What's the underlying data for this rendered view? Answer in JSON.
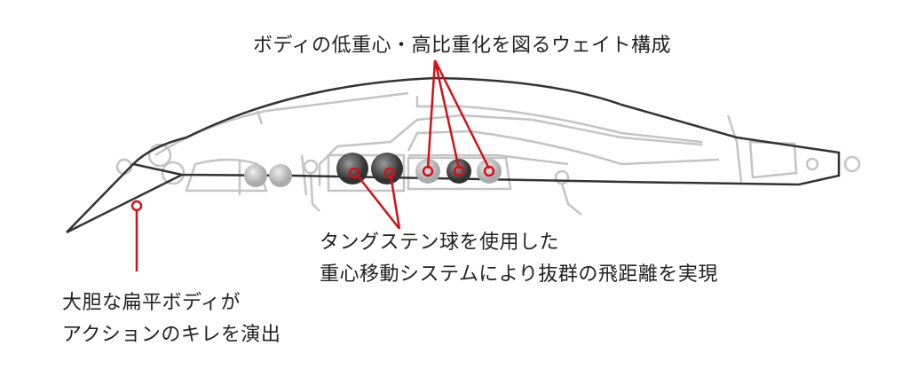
{
  "labels": {
    "weight": "ボディの低重心・高比重化を図るウェイト構成",
    "tungsten_line1": "タングステン球を使用した",
    "tungsten_line2": "重心移動システムにより抜群の飛距離を実現",
    "body_line1": "大胆な扁平ボディが",
    "body_line2": "アクションのキレを演出"
  },
  "colors": {
    "accent": "#d0121b",
    "outline": "#333333",
    "inner": "#bbbbbb"
  }
}
